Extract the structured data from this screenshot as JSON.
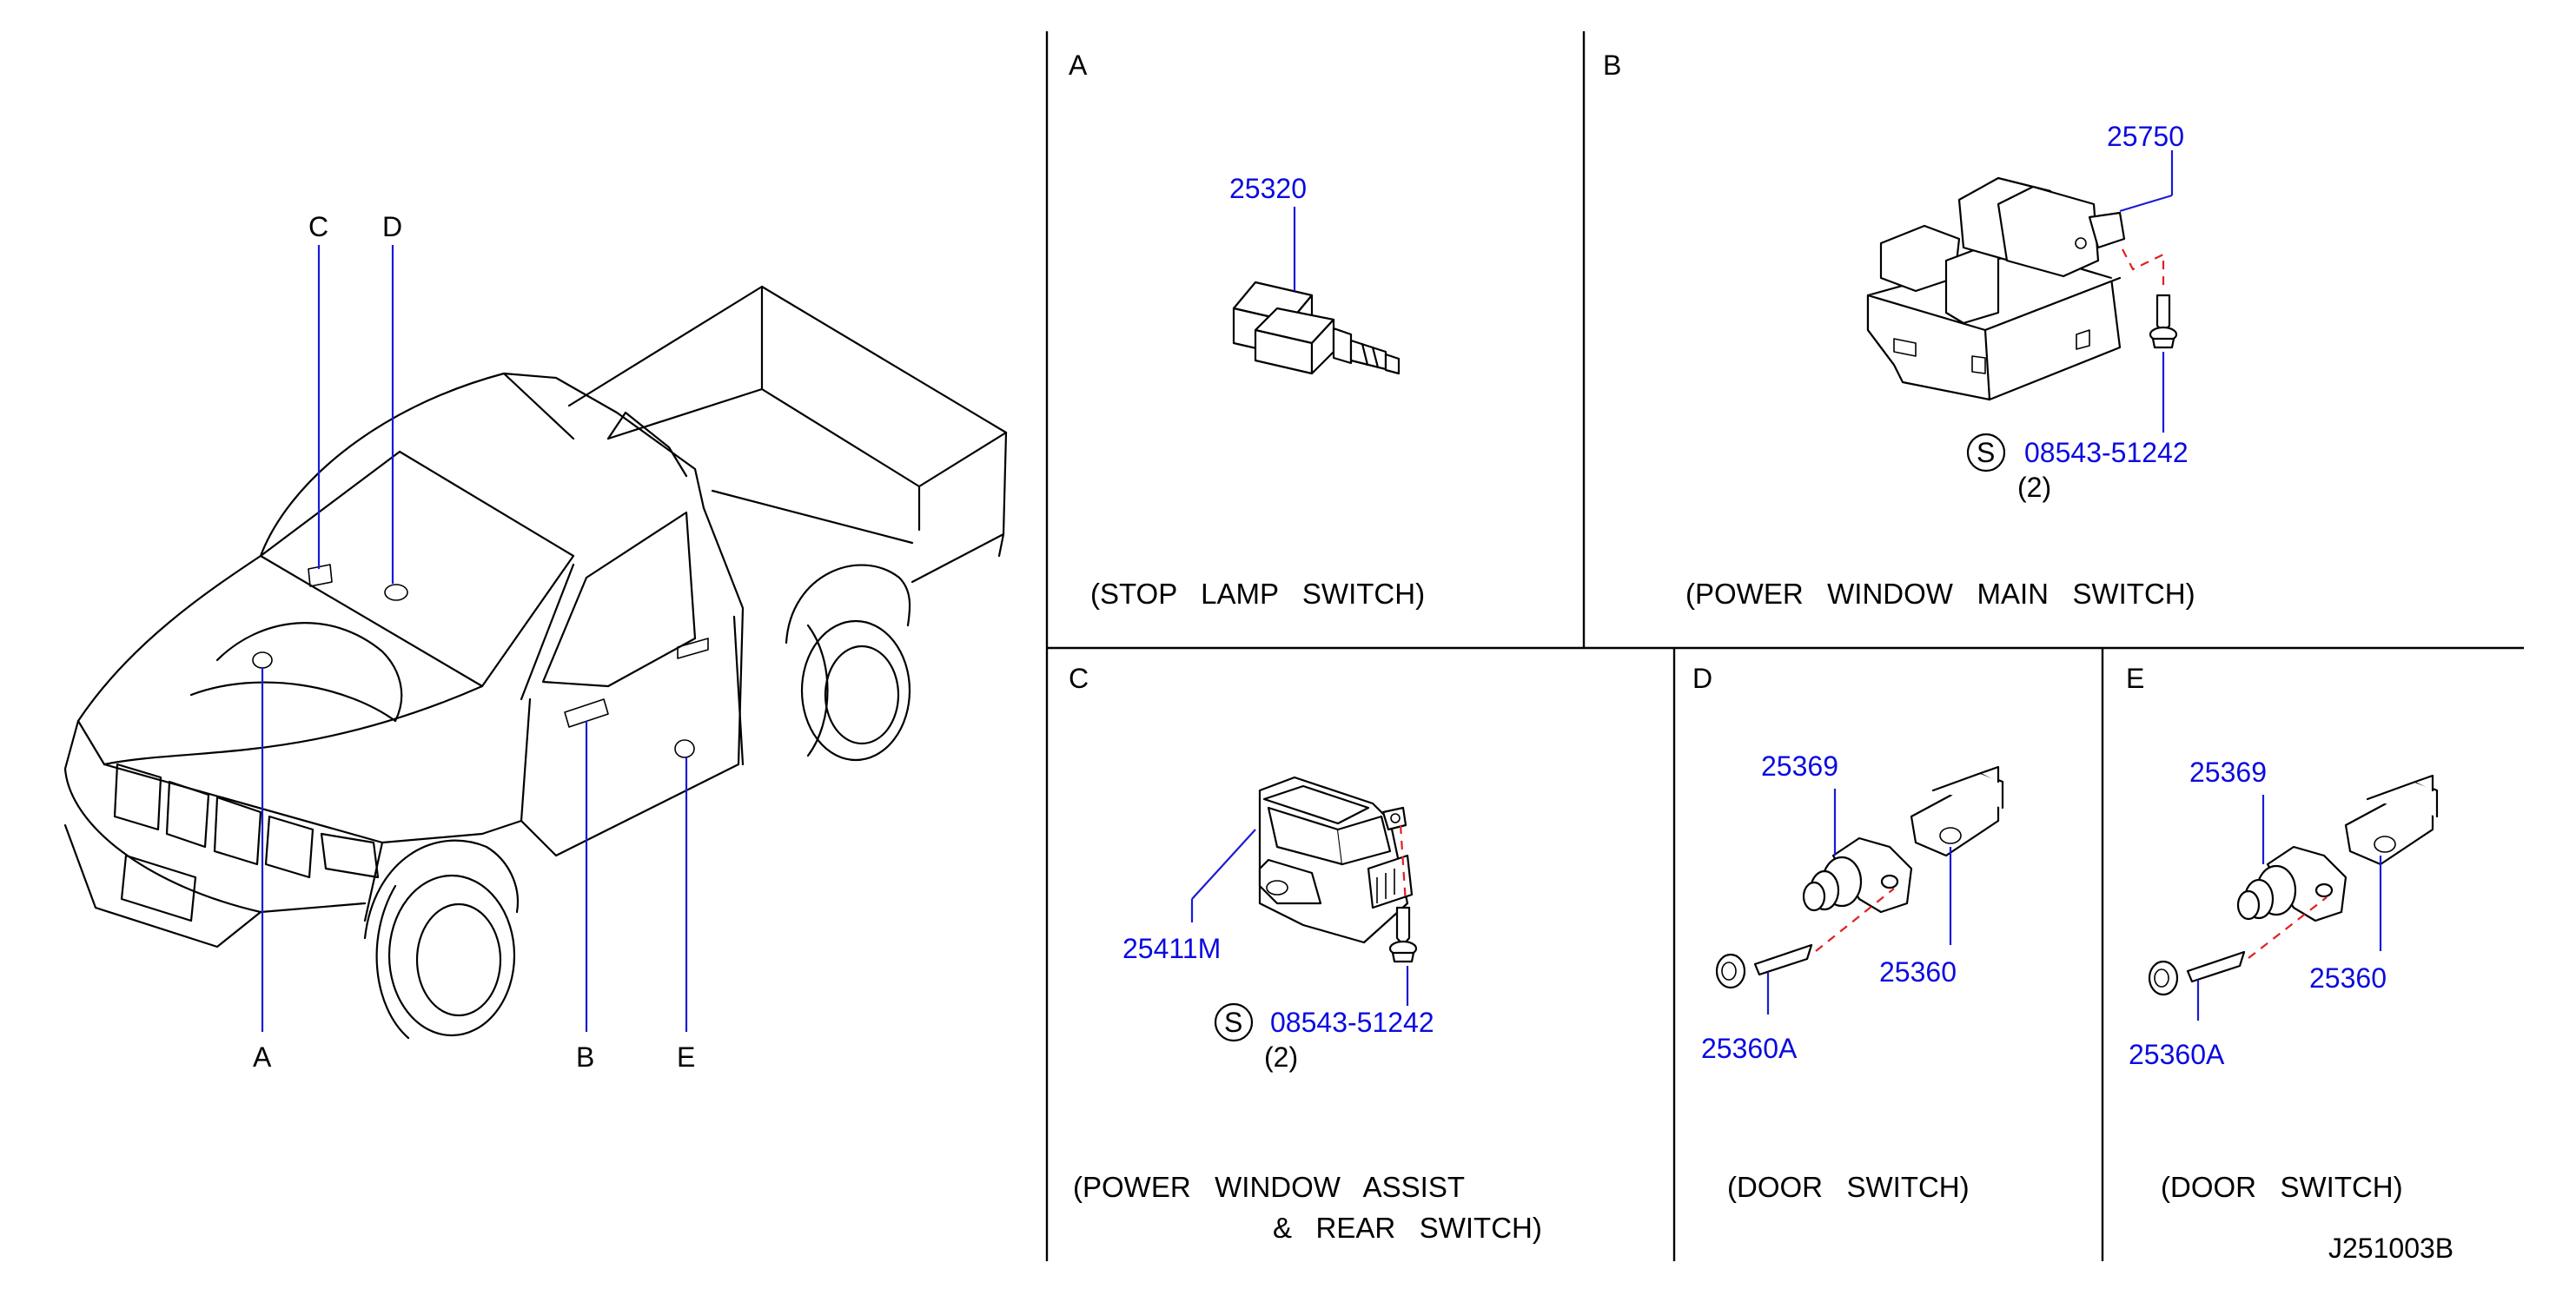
{
  "overview": {
    "callouts": {
      "A": "A",
      "B": "B",
      "C": "C",
      "D": "D",
      "E": "E"
    }
  },
  "panels": {
    "A": {
      "letter": "A",
      "part": "25320",
      "caption": "(STOP   LAMP   SWITCH)"
    },
    "B": {
      "letter": "B",
      "part": "25750",
      "screw_symbol": "S",
      "screw_part": "08543-51242",
      "screw_qty": "(2)",
      "caption": "(POWER   WINDOW   MAIN   SWITCH)"
    },
    "C": {
      "letter": "C",
      "part": "25411M",
      "screw_symbol": "S",
      "screw_part": "08543-51242",
      "screw_qty": "(2)",
      "caption_line1": "(POWER   WINDOW   ASSIST",
      "caption_line2": "&   REAR   SWITCH)"
    },
    "D": {
      "letter": "D",
      "plunger": "25369",
      "bracket": "25360",
      "screw": "25360A",
      "caption": "(DOOR   SWITCH)"
    },
    "E": {
      "letter": "E",
      "plunger": "25369",
      "bracket": "25360",
      "screw": "25360A",
      "caption": "(DOOR   SWITCH)"
    }
  },
  "diagram_code": "J251003B",
  "colors": {
    "part_number": "#0b0be0",
    "leader": "#1a1ad6",
    "fastener_line": "#e02020",
    "line_art": "#000000"
  }
}
